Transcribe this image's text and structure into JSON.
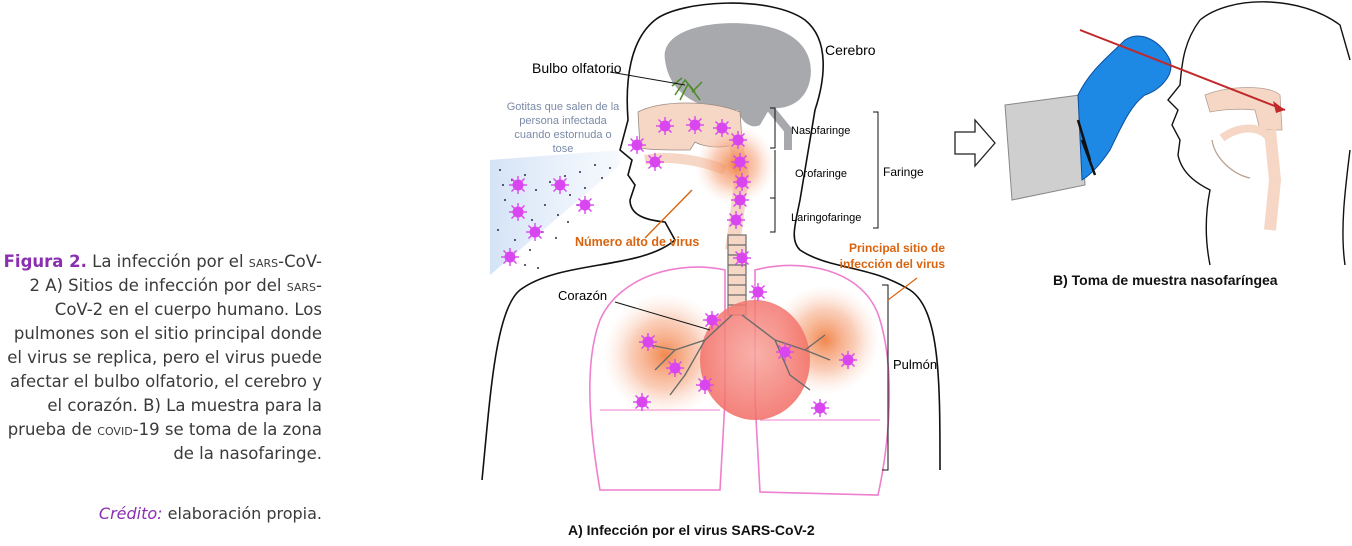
{
  "caption": {
    "figure_label": "Figura 2.",
    "text_1": " La infección por el ",
    "sars_1": "SARS",
    "text_2": "-CoV-2 A) Sitios de infección por del ",
    "sars_2": "SARS",
    "text_3": "-CoV-2 en el cuerpo humano. Los pulmones son el sitio principal donde el virus se replica, pero el virus puede afectar el bulbo olfatorio, el cerebro y el corazón. B) La muestra para la prueba de ",
    "covid": "COVID",
    "text_4": "-19 se toma de la zona de la nasofaringe."
  },
  "credit": {
    "label": "Crédito:",
    "text": " elaboración propia."
  },
  "diagram": {
    "title": "A) Infección por el virus SARS-CoV-2",
    "labels": {
      "cerebro": "Cerebro",
      "bulbo": "Bulbo olfatorio",
      "gotitas_1": "Gotitas que salen de la",
      "gotitas_2": "persona infectada",
      "gotitas_3": "cuando estornuda o",
      "gotitas_4": "tose",
      "nasofaringe": "Nasofaringe",
      "orofaringe": "Orofaringe",
      "laringofaringe": "Laringofaringe",
      "faringe": "Faringe",
      "numero_alto": "Número alto  de virus",
      "principal_1": "Principal sitio de",
      "principal_2": "infección del virus",
      "corazon": "Corazón",
      "pulmon": "Pulmón"
    },
    "colors": {
      "virus": "#d946ef",
      "lung_outline": "#ef7fcf",
      "inflammation": "#f4a27a",
      "annotation_orange": "#d9640f",
      "brain": "#a7a9ac",
      "skin": "#f6d7c6",
      "glove": "#1e88e5"
    }
  },
  "swab": {
    "title": "B) Toma de muestra nasofaríngea"
  }
}
